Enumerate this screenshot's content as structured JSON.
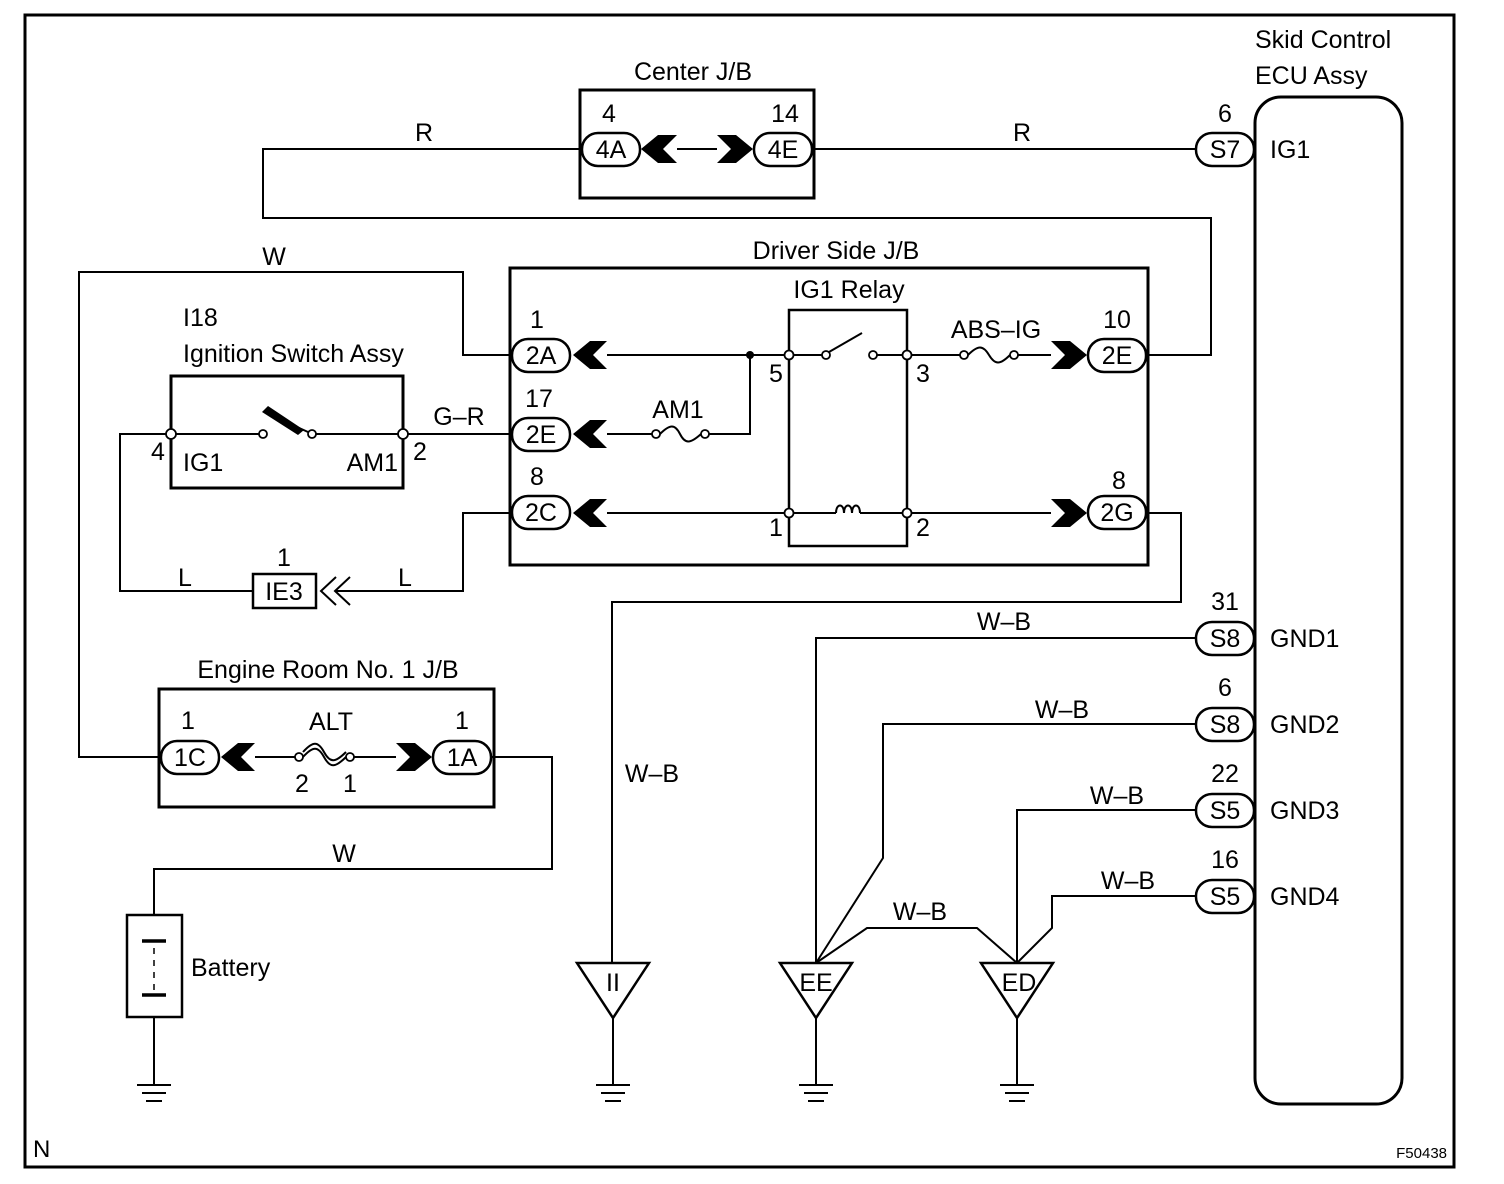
{
  "footer": {
    "left_mark": "N",
    "figure_id": "F50438"
  },
  "ecu": {
    "title_line1": "Skid Control",
    "title_line2": "ECU Assy",
    "pins": [
      {
        "number": "6",
        "connector": "S7",
        "signal": "IG1",
        "wire": "R"
      },
      {
        "number": "31",
        "connector": "S8",
        "signal": "GND1",
        "wire": "W–B"
      },
      {
        "number": "6",
        "connector": "S8",
        "signal": "GND2",
        "wire": "W–B"
      },
      {
        "number": "22",
        "connector": "S5",
        "signal": "GND3",
        "wire": "W–B"
      },
      {
        "number": "16",
        "connector": "S5",
        "signal": "GND4",
        "wire": "W–B"
      }
    ]
  },
  "center_jb": {
    "title": "Center J/B",
    "left": {
      "number": "4",
      "connector": "4A"
    },
    "right": {
      "number": "14",
      "connector": "4E"
    },
    "wire_left": "R",
    "wire_right": "R"
  },
  "driver_jb": {
    "title": "Driver Side J/B",
    "relay_title": "IG1 Relay",
    "relay_pins": [
      "5",
      "3",
      "1",
      "2"
    ],
    "fuse_abs": "ABS–IG",
    "fuse_am1": "AM1",
    "connectors": [
      {
        "number": "1",
        "connector": "2A"
      },
      {
        "number": "17",
        "connector": "2E"
      },
      {
        "number": "8",
        "connector": "2C"
      },
      {
        "number": "10",
        "connector": "2E"
      },
      {
        "number": "8",
        "connector": "2G"
      }
    ]
  },
  "ignition": {
    "id": "I18",
    "title": "Ignition Switch Assy",
    "left_label": "IG1",
    "right_label": "AM1",
    "left_pin": "4",
    "right_pin": "2",
    "wire_to_jb": "G–R"
  },
  "ie3": {
    "number": "1",
    "connector": "IE3",
    "wire_left": "L",
    "wire_right": "L"
  },
  "engine_jb": {
    "title": "Engine Room No. 1 J/B",
    "fuse": "ALT",
    "left": {
      "number": "1",
      "connector": "1C"
    },
    "right": {
      "number": "1",
      "connector": "1A"
    },
    "fuse_pins": [
      "2",
      "1"
    ]
  },
  "wires": {
    "top_w": "W",
    "battery_w": "W",
    "ground_ii": "W–B",
    "ee_ed": "W–B"
  },
  "battery": {
    "label": "Battery"
  },
  "grounds": [
    "II",
    "EE",
    "ED"
  ]
}
